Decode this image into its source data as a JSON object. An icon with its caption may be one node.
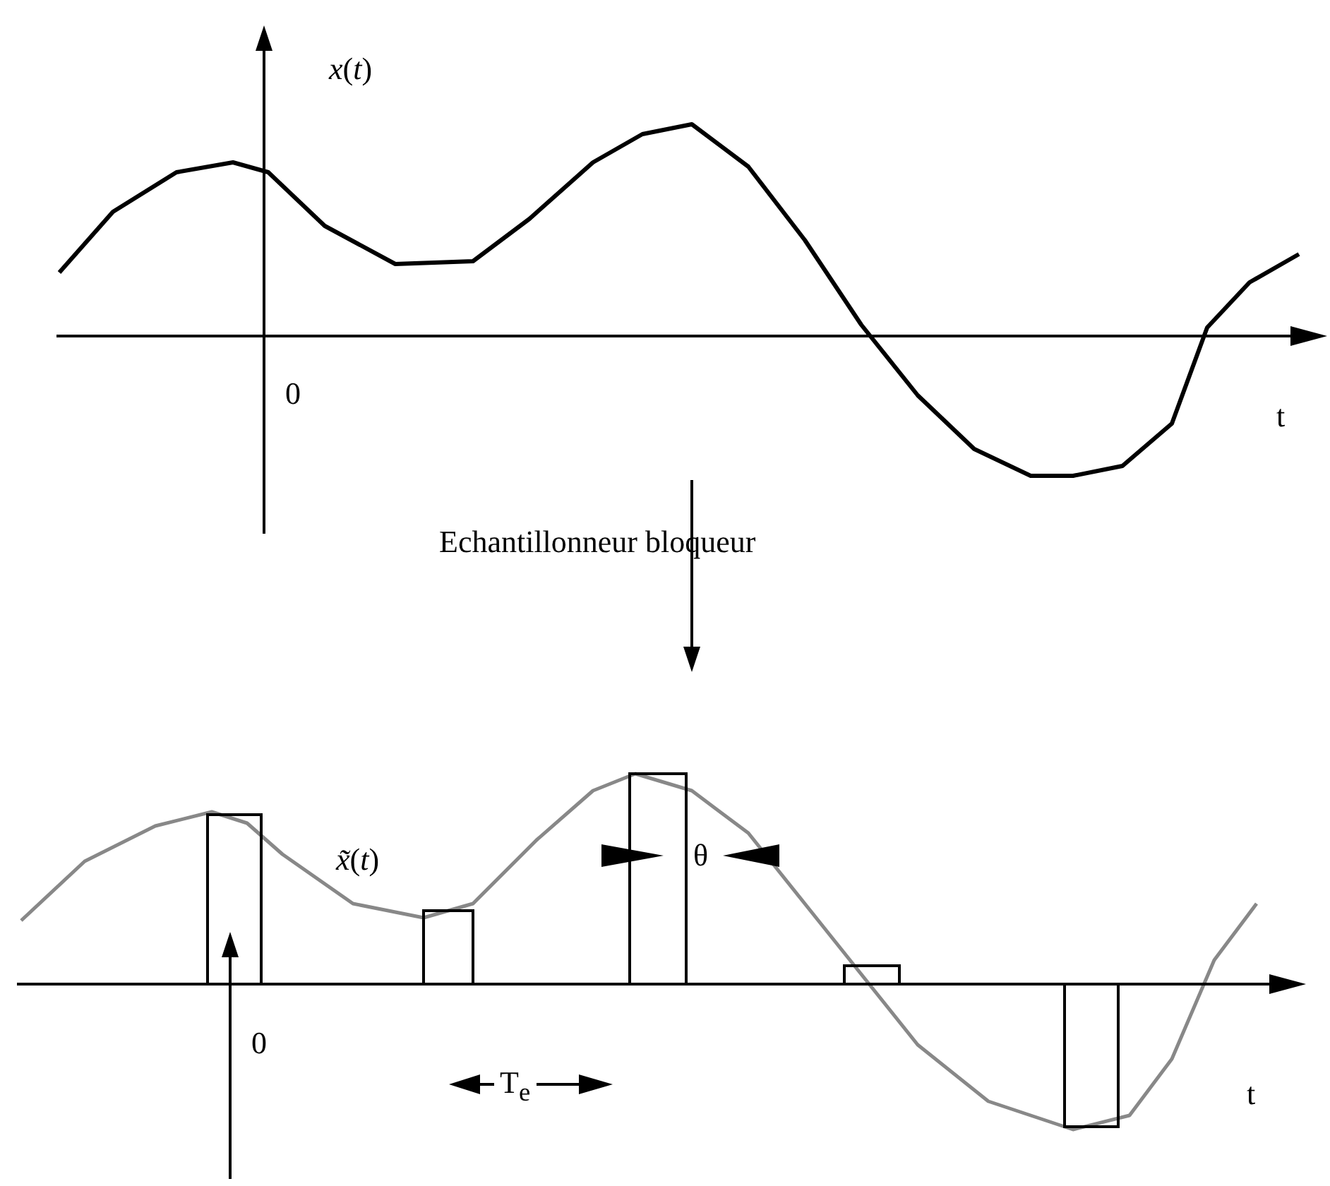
{
  "diagram": {
    "labels": [
      "*x*(*t*)",
      "0",
      "t",
      "Echantillonneur bloqueur",
      "*x̃*(*t*)",
      "θ",
      "0",
      "T$_{e}$",
      "t"
    ]
  }
}
